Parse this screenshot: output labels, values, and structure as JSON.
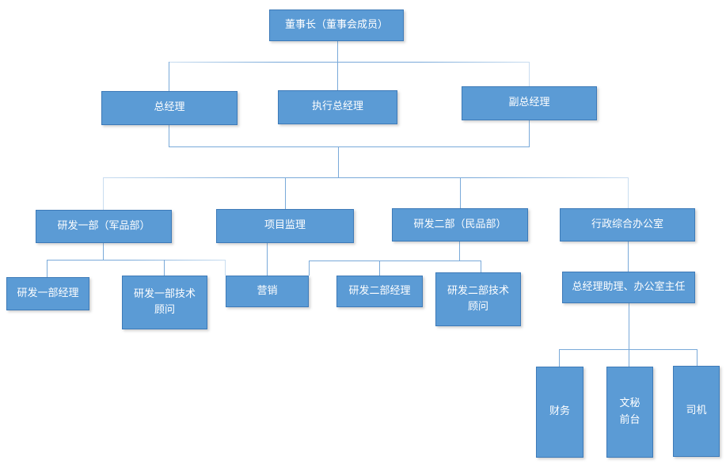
{
  "diagram": {
    "type": "org-chart",
    "colors": {
      "box_fill": "#5b9bd5",
      "box_border": "#3d7ab8",
      "box_text": "#ffffff",
      "connector": "#79a9d9",
      "connector_light": "#c9ddf0"
    },
    "nodes": {
      "chairman": {
        "label": "董事长（董事会成员）"
      },
      "gm": {
        "label": "总经理"
      },
      "egm": {
        "label": "执行总经理"
      },
      "dgm": {
        "label": "副总经理"
      },
      "rd1": {
        "label": "研发一部（军品部）"
      },
      "supervision": {
        "label": "项目监理"
      },
      "rd2": {
        "label": "研发二部（民品部）"
      },
      "admin_office": {
        "label": "行政综合办公室"
      },
      "rd1_manager": {
        "label": "研发一部经理"
      },
      "rd1_advisor": {
        "label": "研发一部技术顾问"
      },
      "marketing": {
        "label": "营销"
      },
      "rd2_manager": {
        "label": "研发二部经理"
      },
      "rd2_advisor": {
        "label": "研发二部技术顾问"
      },
      "gm_assistant": {
        "label": "总经理助理、办公室主任"
      },
      "finance": {
        "label": "财务"
      },
      "secretary": {
        "label": "文秘前台"
      },
      "driver": {
        "label": "司机"
      }
    }
  }
}
